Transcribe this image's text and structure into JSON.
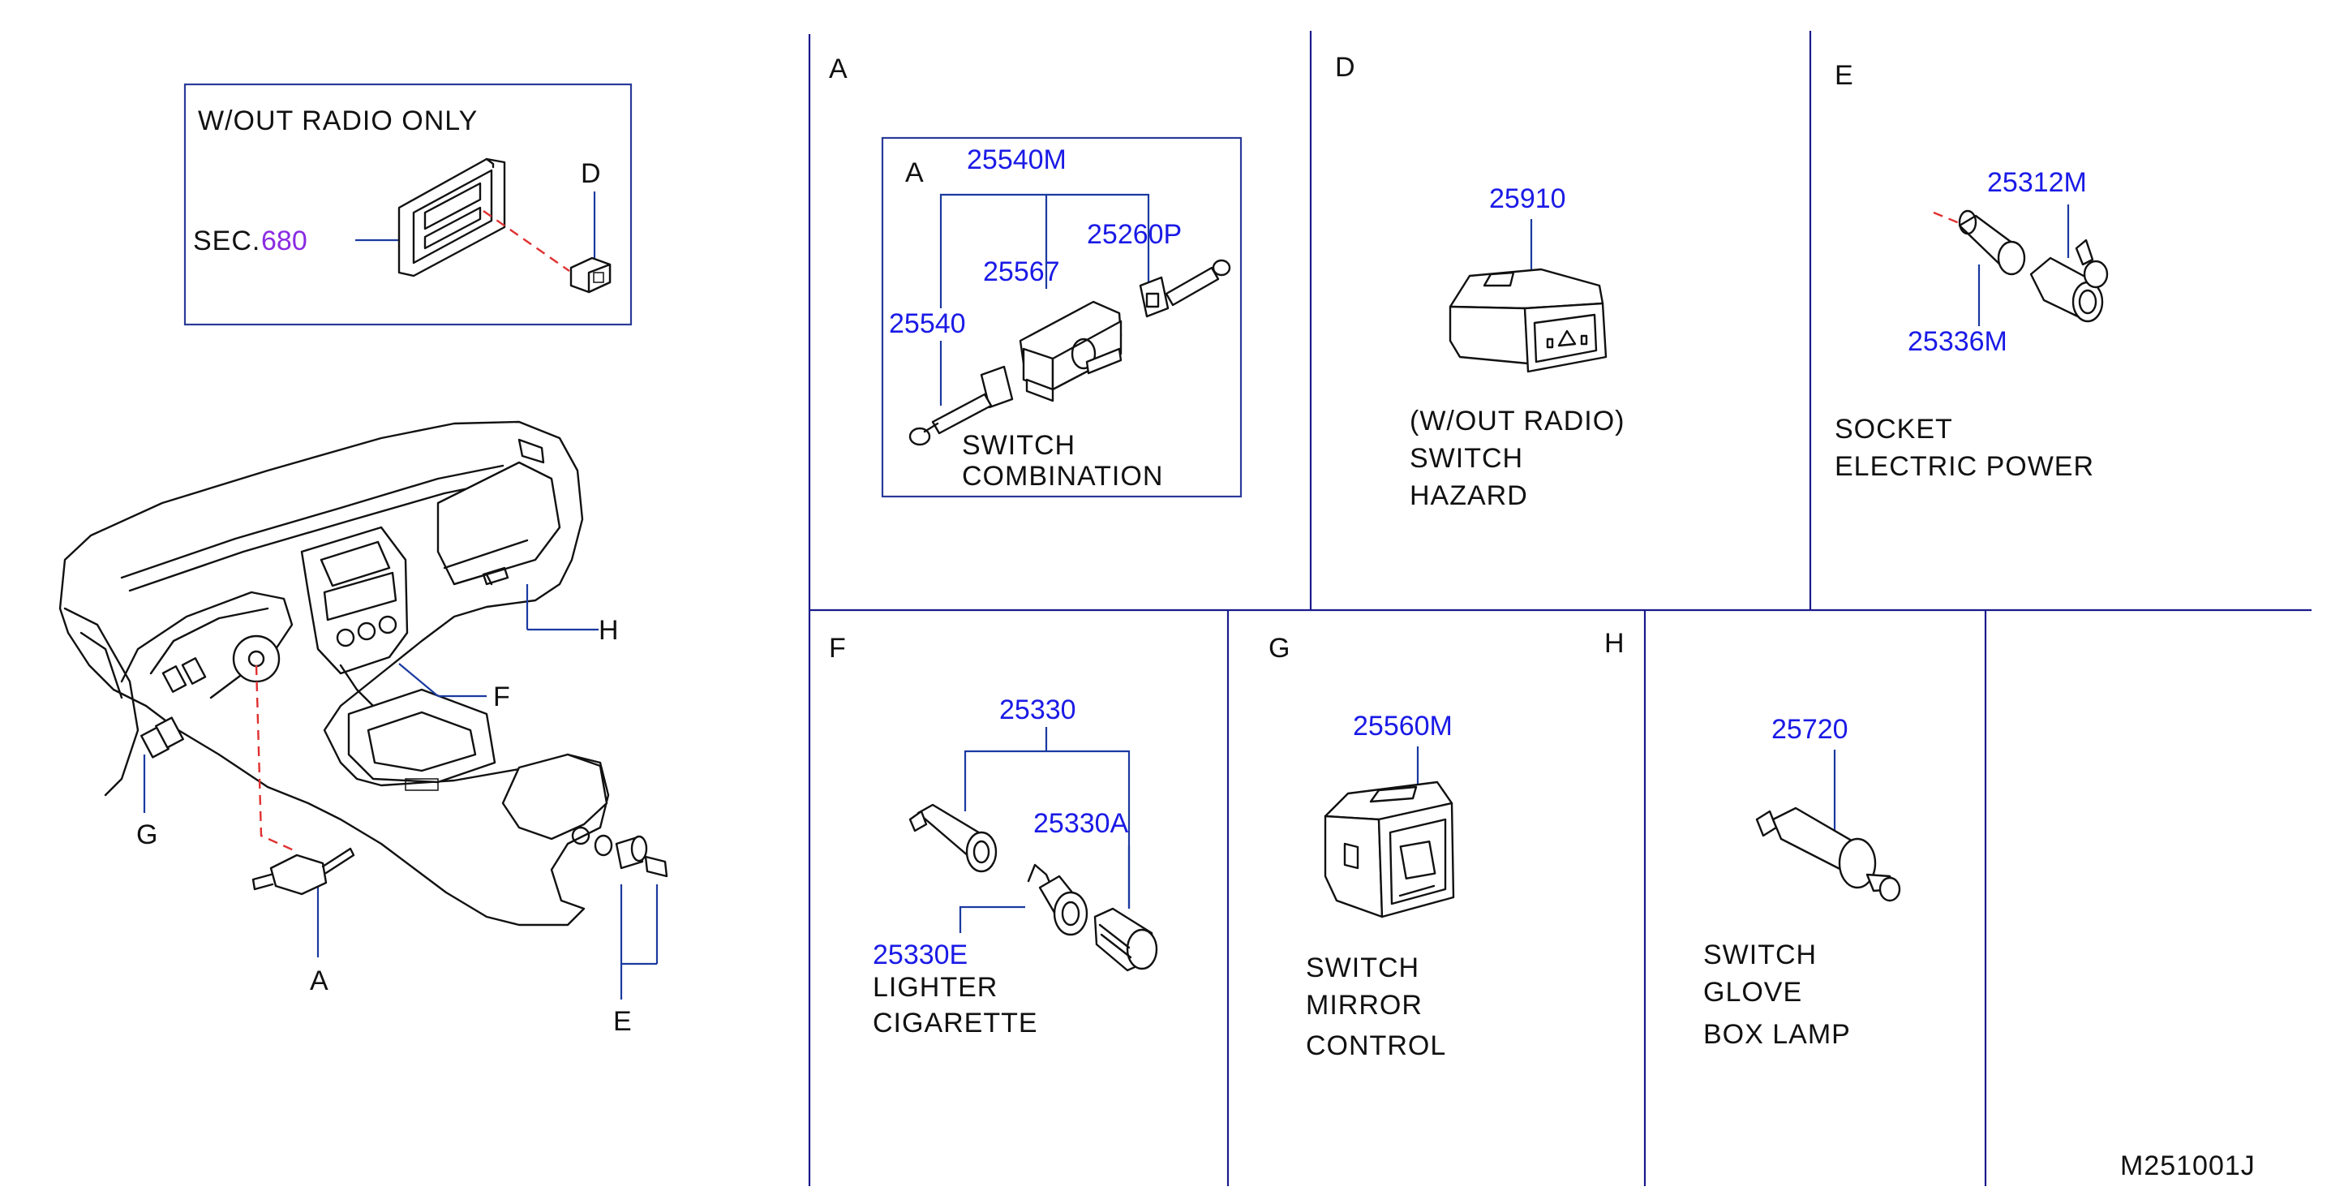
{
  "overview": {
    "inset_title": "W/OUT   RADIO   ONLY",
    "sec_prefix": "SEC.",
    "sec_number": "680",
    "inset_callout": "D",
    "callouts": {
      "a": "A",
      "e": "E",
      "f": "F",
      "g": "G",
      "h": "H"
    }
  },
  "panel_a": {
    "tag": "A",
    "inner_tag": "A",
    "parts": {
      "p25540m": "25540M",
      "p25260p": "25260P",
      "p25567": "25567",
      "p25540": "25540"
    },
    "name_line1": "SWITCH",
    "name_line2": "COMBINATION"
  },
  "panel_d": {
    "tag": "D",
    "parts": {
      "p25910": "25910"
    },
    "name_line1": "(W/OUT   RADIO)",
    "name_line2": "SWITCH",
    "name_line3": "HAZARD"
  },
  "panel_e": {
    "tag": "E",
    "parts": {
      "p25312m": "25312M",
      "p25336m": "25336M"
    },
    "name_line1": "SOCKET",
    "name_line2": "ELECTRIC   POWER"
  },
  "panel_f": {
    "tag": "F",
    "parts": {
      "p25330": "25330",
      "p25330a": "25330A",
      "p25330e": "25330E"
    },
    "name_line1": "LIGHTER",
    "name_line2": "CIGARETTE"
  },
  "panel_g": {
    "tag": "G",
    "parts": {
      "p25560m": "25560M"
    },
    "name_line1": "SWITCH",
    "name_line2": "MIRROR",
    "name_line3": "CONTROL"
  },
  "panel_h": {
    "tag": "H",
    "parts": {
      "p25720": "25720"
    },
    "name_line1": "SWITCH",
    "name_line2": "GLOVE",
    "name_line3": "BOX   LAMP"
  },
  "footer": {
    "drawing_code": "M251001J"
  }
}
